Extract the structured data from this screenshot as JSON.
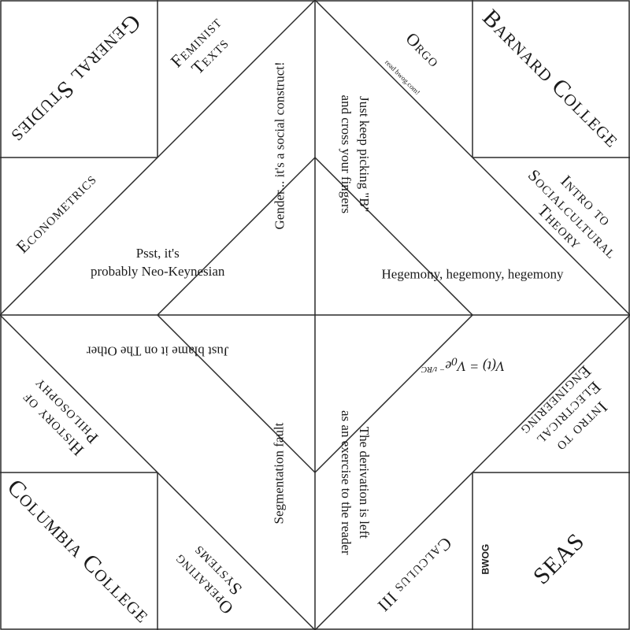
{
  "colors": {
    "line": "#2a2a2a",
    "paper": "#ffffff",
    "text": "#1a1a1a"
  },
  "corners": {
    "general_studies": "General Studies",
    "barnard_college": "Barnard College",
    "columbia_college": "Columbia College",
    "seas": "SEAS",
    "bwog": "BWOG"
  },
  "subjects": {
    "feminist_texts": "Feminist\nTexts",
    "orgo": "Orgo",
    "econometrics": "Econometrics",
    "intro_socialcultural_theory": "Intro to\nSocialcultural\nTheory",
    "history_of_philosophy": "History of\nPhilosophy",
    "intro_electrical_engineering": "Intro to\nElectrical\nEngineering",
    "operating_systems": "Operating\nSystems",
    "calculus_iii": "Calculus III"
  },
  "fortunes": {
    "gender": "Gender... it's a social construct!",
    "keep_picking": "Just keep picking \"B\"\nand cross your fingers",
    "neo_keynesian": "Psst, it's\nprobably Neo-Keynesian",
    "hegemony": "Hegemony, hegemony, hegemony",
    "blame_other": "Just blame it on The Other",
    "rc_formula": "V(t) = V₀e^(−t/RC)",
    "segfault": "Segmentation fault",
    "derivation": "The derivation is left\nas an exercise to the reader"
  },
  "watermark": {
    "read_bwog": "read bwog.com!"
  },
  "formula": {
    "lhs": "V(t) = V",
    "sub": "0",
    "base": "e",
    "exp": "− t/RC"
  }
}
